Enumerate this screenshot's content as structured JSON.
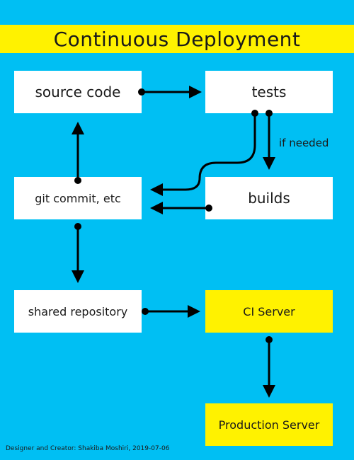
{
  "title": "Continuous Deployment",
  "nodes": {
    "source_code": "source code",
    "tests": "tests",
    "git_commit": "git commit, etc",
    "builds": "builds",
    "shared_repository": "shared repository",
    "ci_server": "CI Server",
    "production_server": "Production Server"
  },
  "edge_labels": {
    "tests_to_builds": "if needed"
  },
  "credit": "Designer and Creator: Shakiba Moshiri, 2019-07-06",
  "colors": {
    "background": "#00bff3",
    "accent": "#fff200",
    "box": "#ffffff",
    "line": "#000000"
  }
}
